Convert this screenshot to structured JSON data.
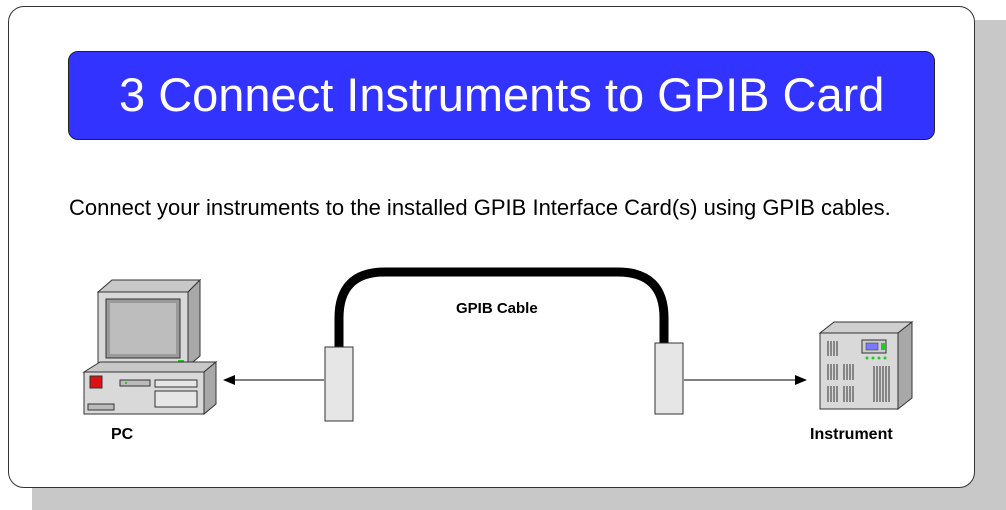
{
  "slide": {
    "title": "3  Connect Instruments to GPIB Card",
    "body": "Connect your instruments to the installed GPIB Interface Card(s) using GPIB cables."
  },
  "diagram": {
    "cable_label": "GPIB Cable",
    "pc_label": "PC",
    "instrument_label": "Instrument",
    "icons": [
      "computer-icon",
      "gpib-connector-icon",
      "instrument-icon"
    ],
    "colors": {
      "banner": "#3333ff",
      "cable": "#000000",
      "connector": "#e6e6e6"
    }
  }
}
